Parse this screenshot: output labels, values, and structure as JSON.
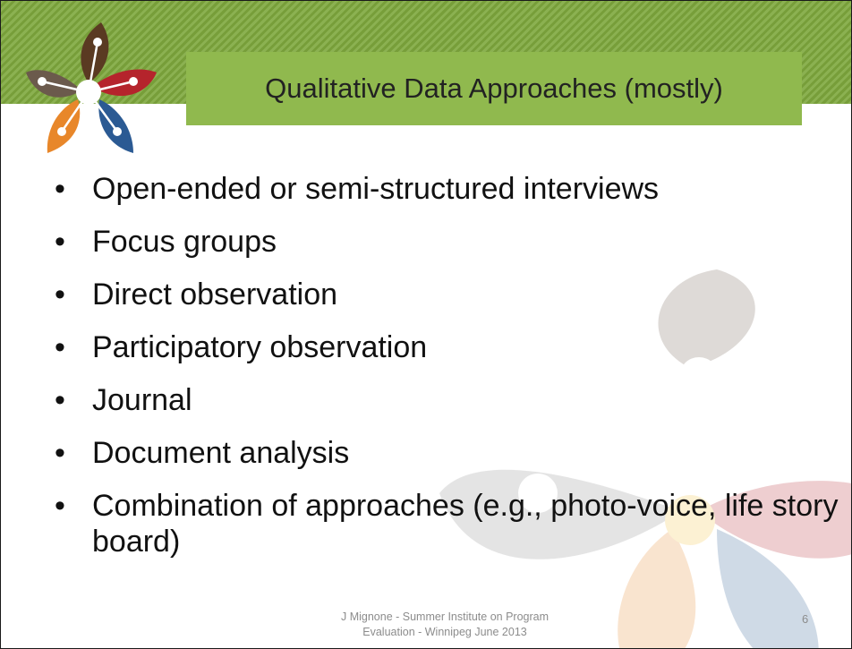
{
  "slide": {
    "title": "Qualitative Data Approaches (mostly)",
    "bullet_glyph": "•",
    "bullets": [
      "Open-ended or semi-structured interviews",
      "Focus groups",
      "Direct observation",
      "Participatory observation",
      "Journal",
      "Document analysis",
      "Combination of approaches (e.g., photo-voice, life story board)"
    ],
    "footer": {
      "line1": "J Mignone - Summer Institute on Program",
      "line2": "Evaluation - Winnipeg June 2013"
    },
    "page_number": "6"
  },
  "icons": {
    "logo": "flower-logo-icon",
    "background": "flower-watermark-icon"
  },
  "colors": {
    "header_band": "#7ea83d",
    "title_box": "#90b94e",
    "petal_brown": "#5a3a22",
    "petal_red": "#b5242c",
    "petal_blue": "#2b5a93",
    "petal_orange": "#e8872a",
    "petal_taupe": "#6b5a4c"
  }
}
